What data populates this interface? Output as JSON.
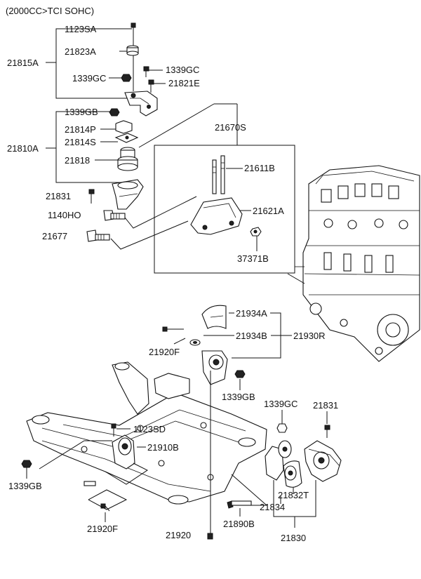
{
  "diagram": {
    "header": "(2000CC>TCI SOHC)",
    "labels": {
      "l1123SA": "1123SA",
      "l21823A": "21823A",
      "l21815A": "21815A",
      "l1339GC_a": "1339GC",
      "l1339GC_b": "1339GC",
      "l21821E": "21821E",
      "l1339GB_a": "1339GB",
      "l21814P": "21814P",
      "l21810A": "21810A",
      "l21814S": "21814S",
      "l21818": "21818",
      "l21670S": "21670S",
      "l21611B": "21611B",
      "l21831_a": "21831",
      "l1140HO": "1140HO",
      "l21621A": "21621A",
      "l21677": "21677",
      "l37371B": "37371B",
      "l21934A": "21934A",
      "l21934B": "21934B",
      "l21930R": "21930R",
      "l21920F_a": "21920F",
      "l1339GB_b": "1339GB",
      "l1339GC_c": "1339GC",
      "l21831_b": "21831",
      "l1123SD": "1123SD",
      "l21910B": "21910B",
      "l1339GB_c": "1339GB",
      "l21832T": "21832T",
      "l21834": "21834",
      "l21890B": "21890B",
      "l21920F_b": "21920F",
      "l21920": "21920",
      "l21830": "21830"
    }
  }
}
